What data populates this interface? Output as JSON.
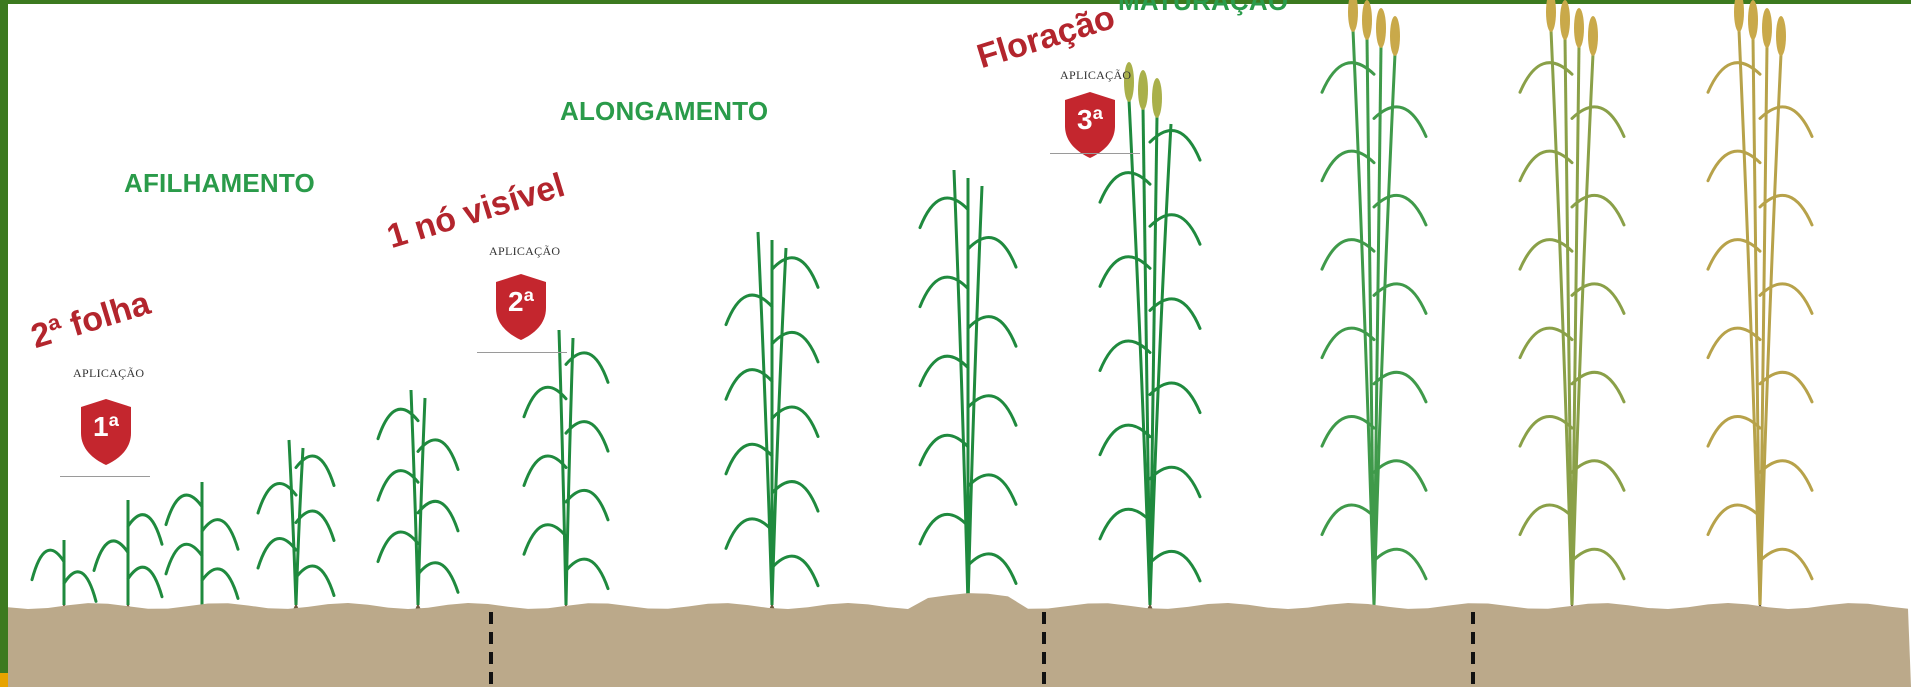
{
  "stages": {
    "afilhamento": "AFILHAMENTO",
    "alongamento": "ALONGAMENTO",
    "maturacao": "MATURAÇÃO"
  },
  "events": {
    "folha": "2ª folha",
    "no_visivel": "1 nó visível",
    "floracao": "Floração"
  },
  "applications": [
    {
      "caption": "APLICAÇÃO",
      "number": "1ª"
    },
    {
      "caption": "APLICAÇÃO",
      "number": "2ª"
    },
    {
      "caption": "APLICAÇÃO",
      "number": "3ª"
    }
  ],
  "colors": {
    "frame": "#3c7a1f",
    "stage_text": "#2a9b4a",
    "event_text": "#b3252d",
    "badge": "#c4262e",
    "soil": "#bba98a",
    "plant_green": "#1f8a3e",
    "plant_mature": "#b7a24a"
  }
}
